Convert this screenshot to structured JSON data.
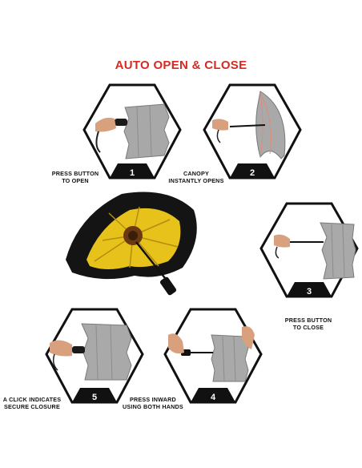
{
  "title": "AUTO OPEN & CLOSE",
  "steps": [
    {
      "number": "1",
      "caption_line1": "PRESS BUTTON",
      "caption_line2": "TO OPEN"
    },
    {
      "number": "2",
      "caption_line1": "CANOPY",
      "caption_line2": "INSTANTLY OPENS"
    },
    {
      "number": "3",
      "caption_line1": "PRESS BUTTON",
      "caption_line2": "TO CLOSE"
    },
    {
      "number": "4",
      "caption_line1": "PRESS INWARD",
      "caption_line2": "USING BOTH HANDS"
    },
    {
      "number": "5",
      "caption_line1": "A CLICK INDICATES",
      "caption_line2": "SECURE CLOSURE"
    }
  ],
  "colors": {
    "title": "#d42a23",
    "hex_outline": "#111111",
    "badge": "#111111",
    "canopy_outer": "#141414",
    "canopy_inner": "#e6c21a",
    "folded_canopy": "#a9a9a9",
    "skin": "#d9a07e"
  },
  "icons": [
    "hexagon-frame",
    "hand-icon",
    "umbrella-icon",
    "folded-umbrella-icon",
    "daisy-umbrella-icon"
  ]
}
